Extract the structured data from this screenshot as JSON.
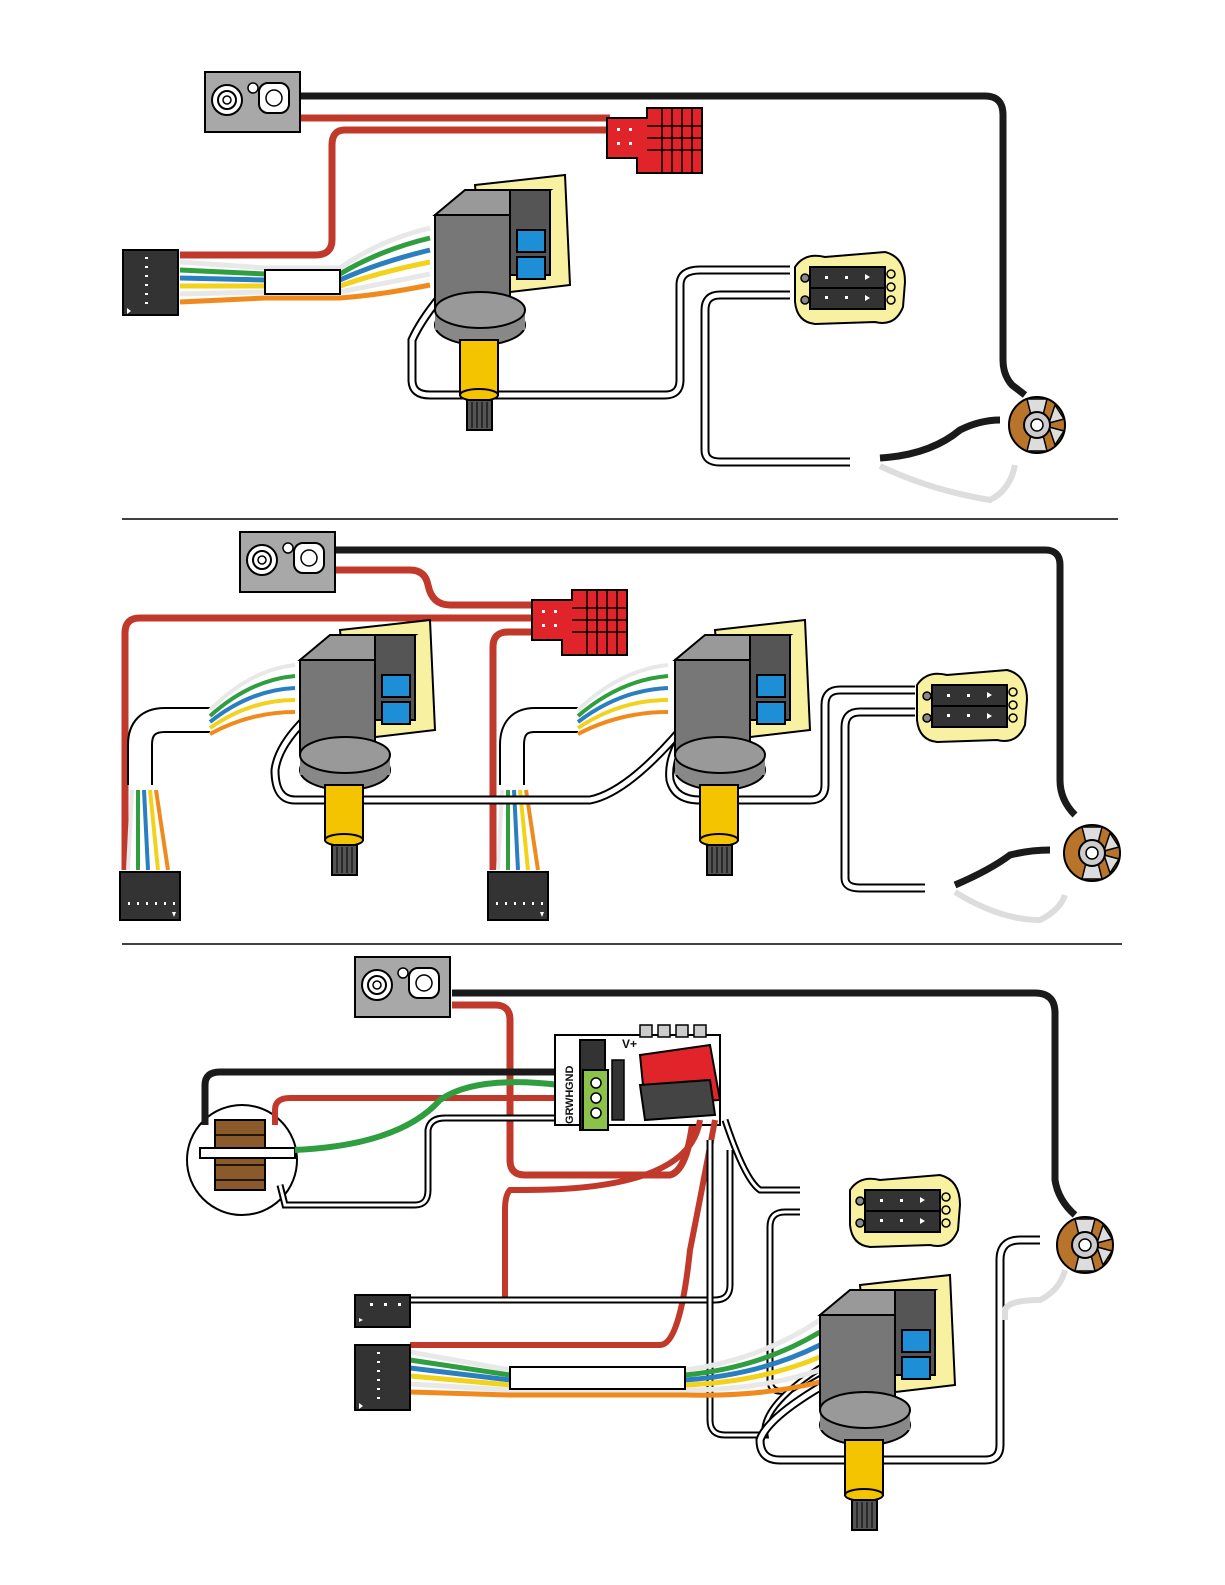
{
  "colors": {
    "black_wire": "#1a1a1a",
    "red_wire": "#c0392b",
    "green_wire": "#2e9e3e",
    "blue_wire": "#2a7fc1",
    "yellow_wire": "#f2d21b",
    "orange_wire": "#f08a1c",
    "white_wire": "#ffffff",
    "connector_red": "#e0242a",
    "switch_blue": "#1e8fd6",
    "pot_shaft": "#f5c400",
    "board_yellow": "#f7f1a1",
    "jack_gold": "#b8742a",
    "plate_gray": "#a8a8a8",
    "terminal_green": "#8bc34a"
  },
  "labels": {
    "terminal_gnd": "GND",
    "terminal_wh": "WH",
    "terminal_gr": "GR",
    "power_vplus": "V+"
  },
  "icons": [
    "output-jack-plate-icon",
    "red-connector-icon",
    "push-pull-pot-icon",
    "pickup-board-icon",
    "stereo-jack-icon",
    "header-connector-icon",
    "coil-pickup-icon",
    "buffer-board-icon"
  ]
}
